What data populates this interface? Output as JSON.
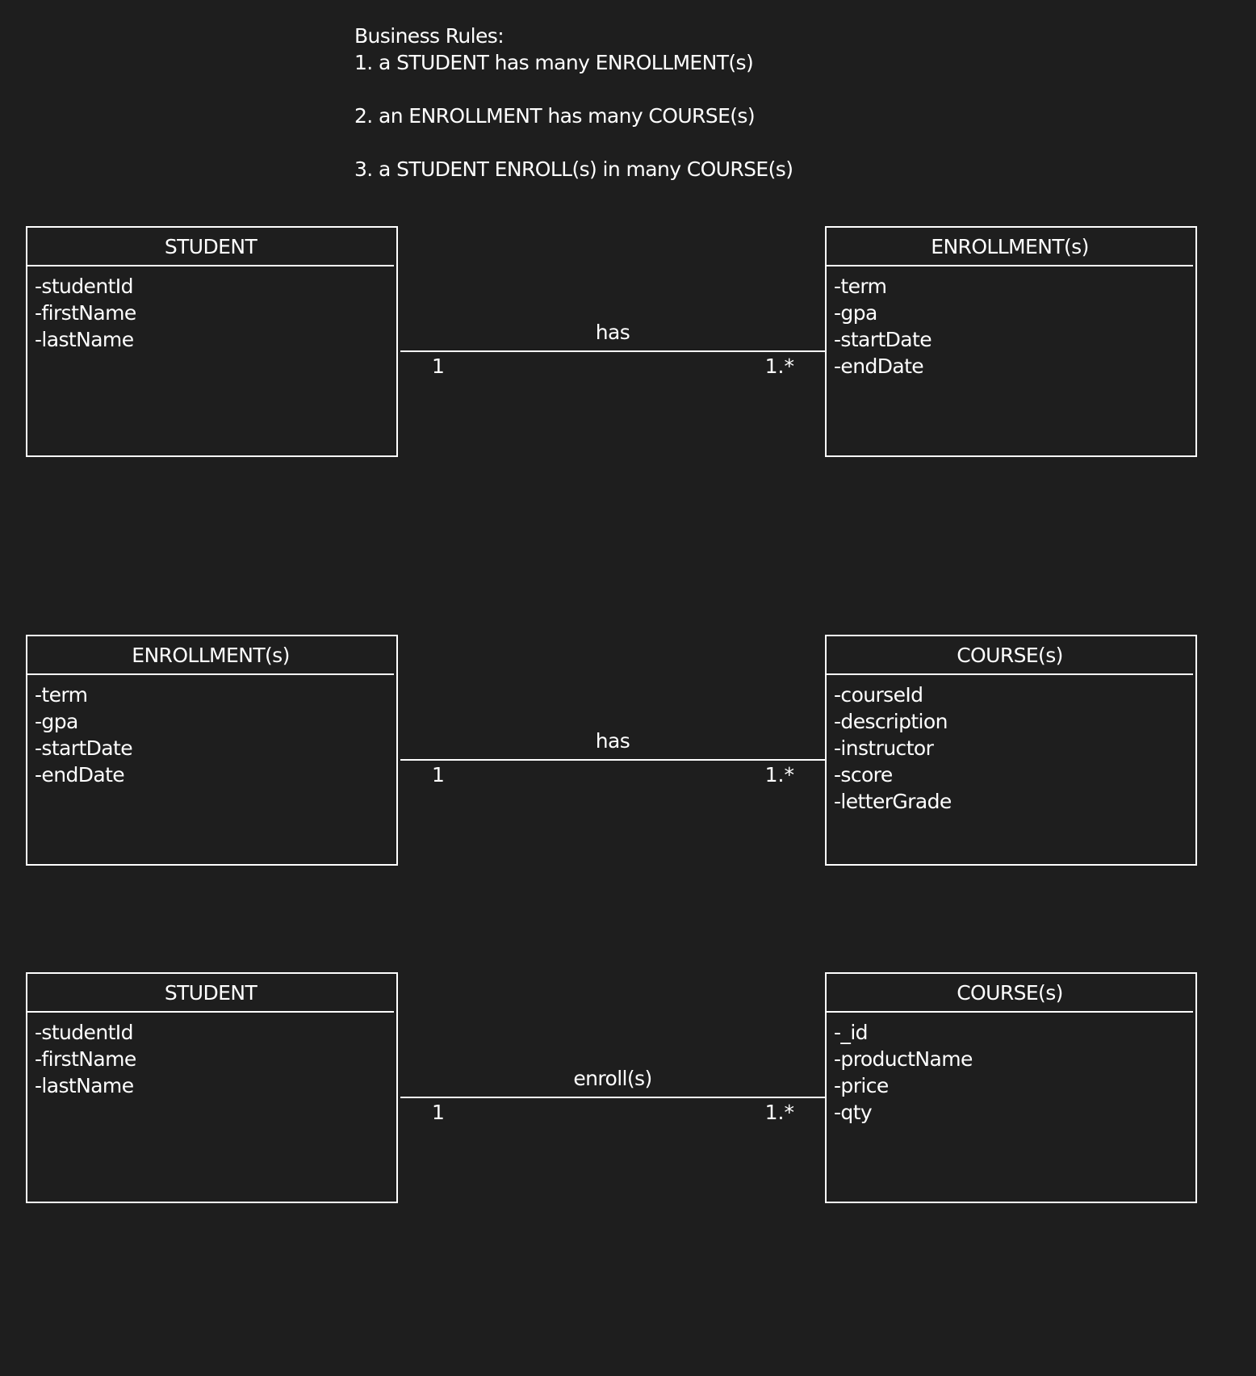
{
  "business_rules": {
    "heading": "Business Rules:",
    "rules": [
      "1. a STUDENT has many ENROLLMENT(s)",
      "2. an ENROLLMENT has many COURSE(s)",
      "3. a STUDENT ENROLL(s) in many COURSE(s)"
    ]
  },
  "diagrams": [
    {
      "left": {
        "title": "STUDENT",
        "attributes": [
          "-studentId",
          "-firstName",
          "-lastName"
        ]
      },
      "right": {
        "title": "ENROLLMENT(s)",
        "attributes": [
          "-term",
          "-gpa",
          "-startDate",
          "-endDate"
        ]
      },
      "relation": {
        "label": "has",
        "left_cardinality": "1",
        "right_cardinality": "1.*"
      }
    },
    {
      "left": {
        "title": "ENROLLMENT(s)",
        "attributes": [
          "-term",
          "-gpa",
          "-startDate",
          "-endDate"
        ]
      },
      "right": {
        "title": "COURSE(s)",
        "attributes": [
          "-courseId",
          "-description",
          "-instructor",
          "-score",
          "-letterGrade"
        ]
      },
      "relation": {
        "label": "has",
        "left_cardinality": "1",
        "right_cardinality": "1.*"
      }
    },
    {
      "left": {
        "title": "STUDENT",
        "attributes": [
          "-studentId",
          "-firstName",
          "-lastName"
        ]
      },
      "right": {
        "title": "COURSE(s)",
        "attributes": [
          "-_id",
          "-productName",
          "-price",
          "-qty"
        ]
      },
      "relation": {
        "label": "enroll(s)",
        "left_cardinality": "1",
        "right_cardinality": "1.*"
      }
    }
  ]
}
